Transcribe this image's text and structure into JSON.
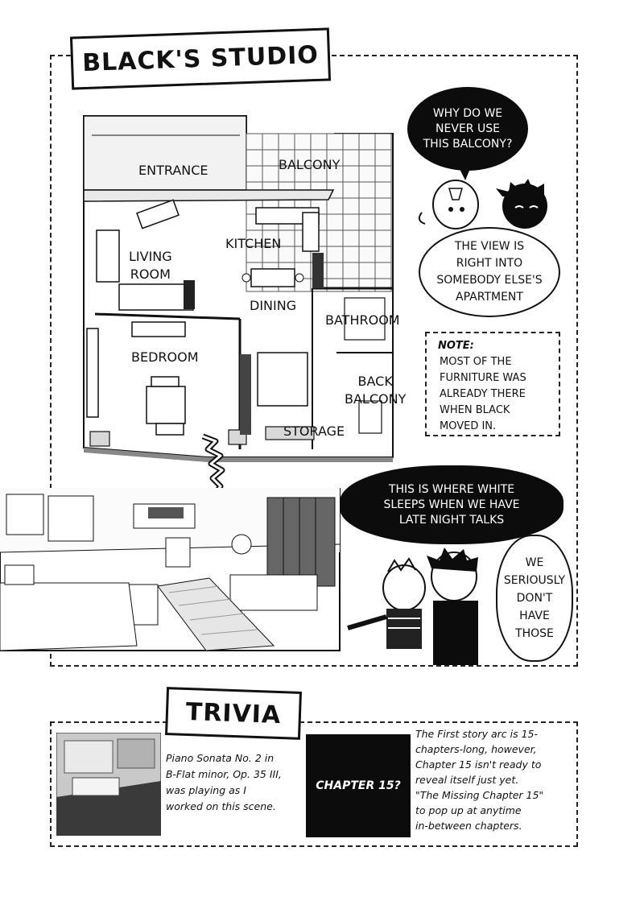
{
  "page": {
    "title": "BLACK'S STUDIO"
  },
  "floorplan": {
    "rooms": {
      "entrance": "ENTRANCE",
      "balcony": "BALCONY",
      "kitchen": "KITCHEN",
      "living_room_line1": "LIVING",
      "living_room_line2": "ROOM",
      "dining": "DINING",
      "bathroom": "BATHROOM",
      "bedroom": "BEDROOM",
      "back_balcony_line1": "BACK",
      "back_balcony_line2": "BALCONY",
      "storage": "STORAGE"
    }
  },
  "bubbles": {
    "balcony_question": [
      "WHY DO WE",
      "NEVER USE",
      "THIS BALCONY?"
    ],
    "view_answer": [
      "THE VIEW IS",
      "RIGHT INTO",
      "SOMEBODY ELSE'S",
      "APARTMENT"
    ],
    "late_night": [
      "THIS IS WHERE WHITE",
      "SLEEPS WHEN WE HAVE",
      "LATE NIGHT TALKS"
    ],
    "dont_have": [
      "WE",
      "SERIOUSLY",
      "DON'T",
      "HAVE",
      "THOSE"
    ]
  },
  "note": {
    "heading": "NOTE:",
    "lines": [
      "MOST OF THE",
      "FURNITURE WAS",
      "ALREADY THERE",
      "WHEN BLACK",
      "MOVED IN."
    ]
  },
  "trivia": {
    "title": "TRIVIA",
    "image_caption_lines": [
      "Piano Sonata No. 2 in",
      "B-Flat minor, Op. 35 III,",
      "was playing as I",
      "worked on this scene."
    ],
    "chapter_box": "CHAPTER 15?",
    "chapter_text_lines": [
      "The First story arc is 15-",
      "chapters-long, however,",
      "Chapter 15 isn't ready to",
      "reveal itself just yet.",
      "\"The Missing Chapter 15\"",
      "to pop up at anytime",
      "in-between chapters."
    ]
  },
  "colors": {
    "ink": "#111111",
    "paper": "#ffffff",
    "tone": "#cfcfcf"
  }
}
